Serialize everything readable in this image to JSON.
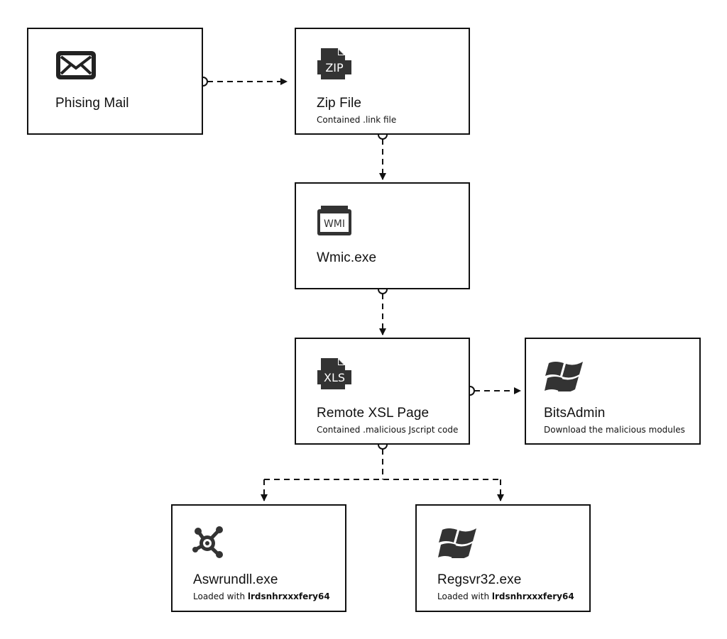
{
  "nodes": {
    "mail": {
      "title": "Phising Mail",
      "icon": "envelope-icon"
    },
    "zip": {
      "title": "Zip File",
      "subtitle": "Contained .link file",
      "icon": "zip-file-icon",
      "icon_text": "ZIP"
    },
    "wmic": {
      "title": "Wmic.exe",
      "icon": "wmi-icon",
      "icon_text": "WMI"
    },
    "xsl": {
      "title": "Remote XSL Page",
      "subtitle": "Contained .malicious Jscript code",
      "icon": "xls-file-icon",
      "icon_text": "XLS"
    },
    "bits": {
      "title": "BitsAdmin",
      "subtitle": "Download the malicious modules",
      "icon": "windows-logo-icon"
    },
    "asw": {
      "title": "Aswrundll.exe",
      "subtitle_prefix": "Loaded with ",
      "subtitle_bold": "lrdsnhrxxxfery64",
      "icon": "avast-logo-icon"
    },
    "reg": {
      "title": "Regsvr32.exe",
      "subtitle_prefix": "Loaded with ",
      "subtitle_bold": "lrdsnhrxxxfery64",
      "icon": "windows-logo-icon"
    }
  },
  "edges": [
    {
      "from": "mail",
      "to": "zip",
      "style": "dashed"
    },
    {
      "from": "zip",
      "to": "wmic",
      "style": "dashed"
    },
    {
      "from": "wmic",
      "to": "xsl",
      "style": "dashed"
    },
    {
      "from": "xsl",
      "to": "bits",
      "style": "dashed"
    },
    {
      "from": "xsl",
      "to": "asw",
      "style": "dashed"
    },
    {
      "from": "xsl",
      "to": "reg",
      "style": "dashed"
    }
  ],
  "colors": {
    "stroke": "#111111",
    "background": "#ffffff"
  }
}
